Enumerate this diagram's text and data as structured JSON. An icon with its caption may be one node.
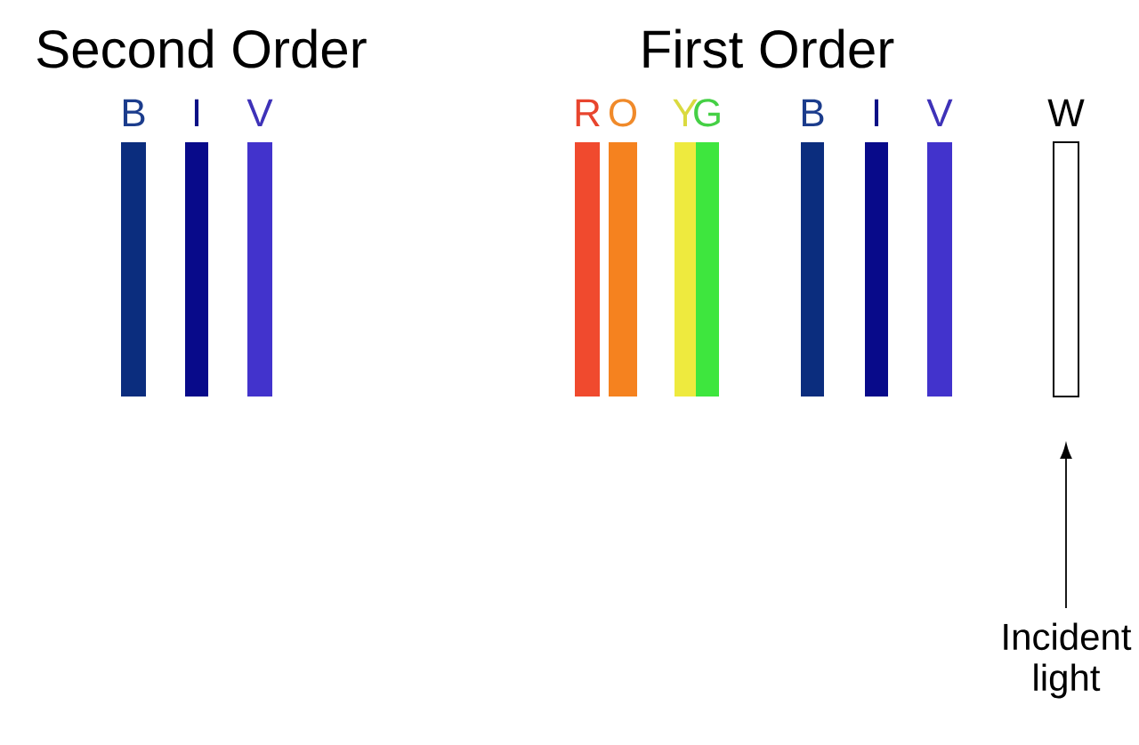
{
  "diagram": {
    "nodes": [
      {
        "text": [
          "B"
        ]
      },
      {
        "text": [
          "I"
        ]
      },
      {
        "text": [
          "V"
        ]
      },
      {
        "text": [
          "R"
        ]
      },
      {
        "text": [
          "O"
        ]
      },
      {
        "text": [
          "Y"
        ]
      },
      {
        "text": [
          "G"
        ]
      },
      {
        "text": [
          "B"
        ]
      },
      {
        "text": [
          "I"
        ]
      },
      {
        "text": [
          "V"
        ]
      },
      {
        "text": [
          "W"
        ]
      },
      {
        "text": [
          "Incident light"
        ]
      }
    ],
    "edges": [
      {
        "from": 11,
        "to": 10,
        "arrow": "to"
      }
    ],
    "labels": [
      "Second Order",
      "First Order"
    ]
  }
}
